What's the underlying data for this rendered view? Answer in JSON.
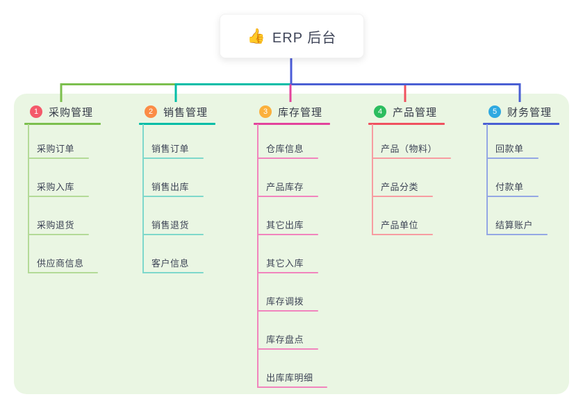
{
  "canvas": {
    "panel_color": "#eaf6e3",
    "trunk_color": "#4b5cd8",
    "background_color": "#ffffff"
  },
  "root": {
    "icon": "thumbs-up-icon",
    "icon_glyph": "👍",
    "label": "ERP 后台"
  },
  "branches": [
    {
      "number": "1",
      "label": "采购管理",
      "color": "#7cbf4e",
      "light_color": "#b3da97",
      "badge_color": "#f4596a",
      "children": [
        "采购订单",
        "采购入库",
        "采购退货",
        "供应商信息"
      ]
    },
    {
      "number": "2",
      "label": "销售管理",
      "color": "#00bda7",
      "light_color": "#7ed8cb",
      "badge_color": "#fb8c46",
      "children": [
        "销售订单",
        "销售出库",
        "销售退货",
        "客户信息"
      ]
    },
    {
      "number": "3",
      "label": "库存管理",
      "color": "#e3439c",
      "light_color": "#f184bd",
      "badge_color": "#fbb03c",
      "children": [
        "仓库信息",
        "产品库存",
        "其它出库",
        "其它入库",
        "库存调拨",
        "库存盘点",
        "出库库明细"
      ]
    },
    {
      "number": "4",
      "label": "产品管理",
      "color": "#f0515f",
      "light_color": "#f79ca1",
      "badge_color": "#2cbd5f",
      "children": [
        "产品（物料）",
        "产品分类",
        "产品单位"
      ]
    },
    {
      "number": "5",
      "label": "财务管理",
      "color": "#4a5fd3",
      "light_color": "#94a7e4",
      "badge_color": "#2fa9e1",
      "children": [
        "回款单",
        "付款单",
        "结算账户"
      ]
    }
  ]
}
